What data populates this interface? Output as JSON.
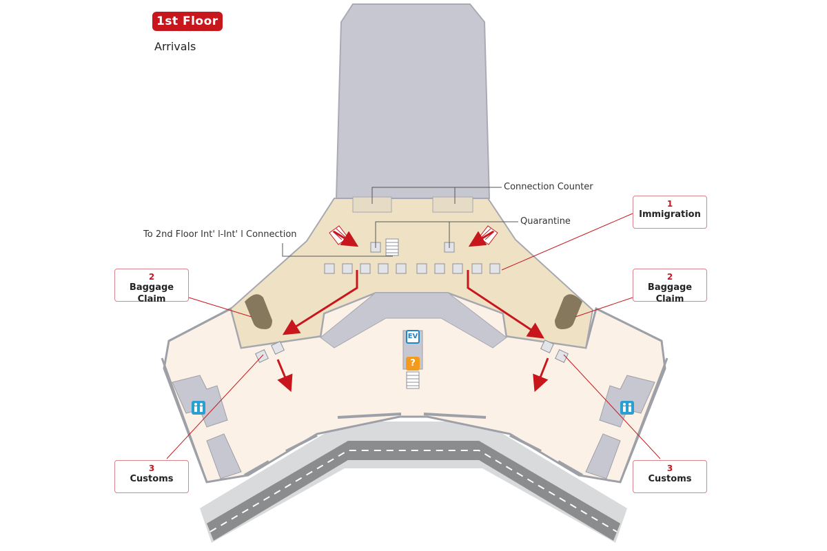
{
  "floor": {
    "badge": "1st Floor",
    "subtitle": "Arrivals"
  },
  "labels": {
    "connection_counter": "Connection Counter",
    "quarantine": "Quarantine",
    "second_floor_connection": "To 2nd Floor Int' l-Int' l Connection"
  },
  "callouts": {
    "immigration": {
      "num": "1",
      "label": "Immigration"
    },
    "baggage_left": {
      "num": "2",
      "label": "Baggage Claim"
    },
    "baggage_right": {
      "num": "2",
      "label": "Baggage Claim"
    },
    "customs_left": {
      "num": "3",
      "label": "Customs"
    },
    "customs_right": {
      "num": "3",
      "label": "Customs"
    }
  },
  "icons": {
    "elevator": "EV",
    "information": "?",
    "restroom": "restroom-icon"
  },
  "colors": {
    "accent_red": "#c8161d",
    "building_gray": "#c6c7d0",
    "secure_area": "#efe2c4",
    "public_hall": "#fcf1e6",
    "road": "#8a8c8e",
    "elevator_blue": "#1f84c6",
    "info_orange": "#f29b1d",
    "restroom_teal": "#2a9fd0"
  }
}
